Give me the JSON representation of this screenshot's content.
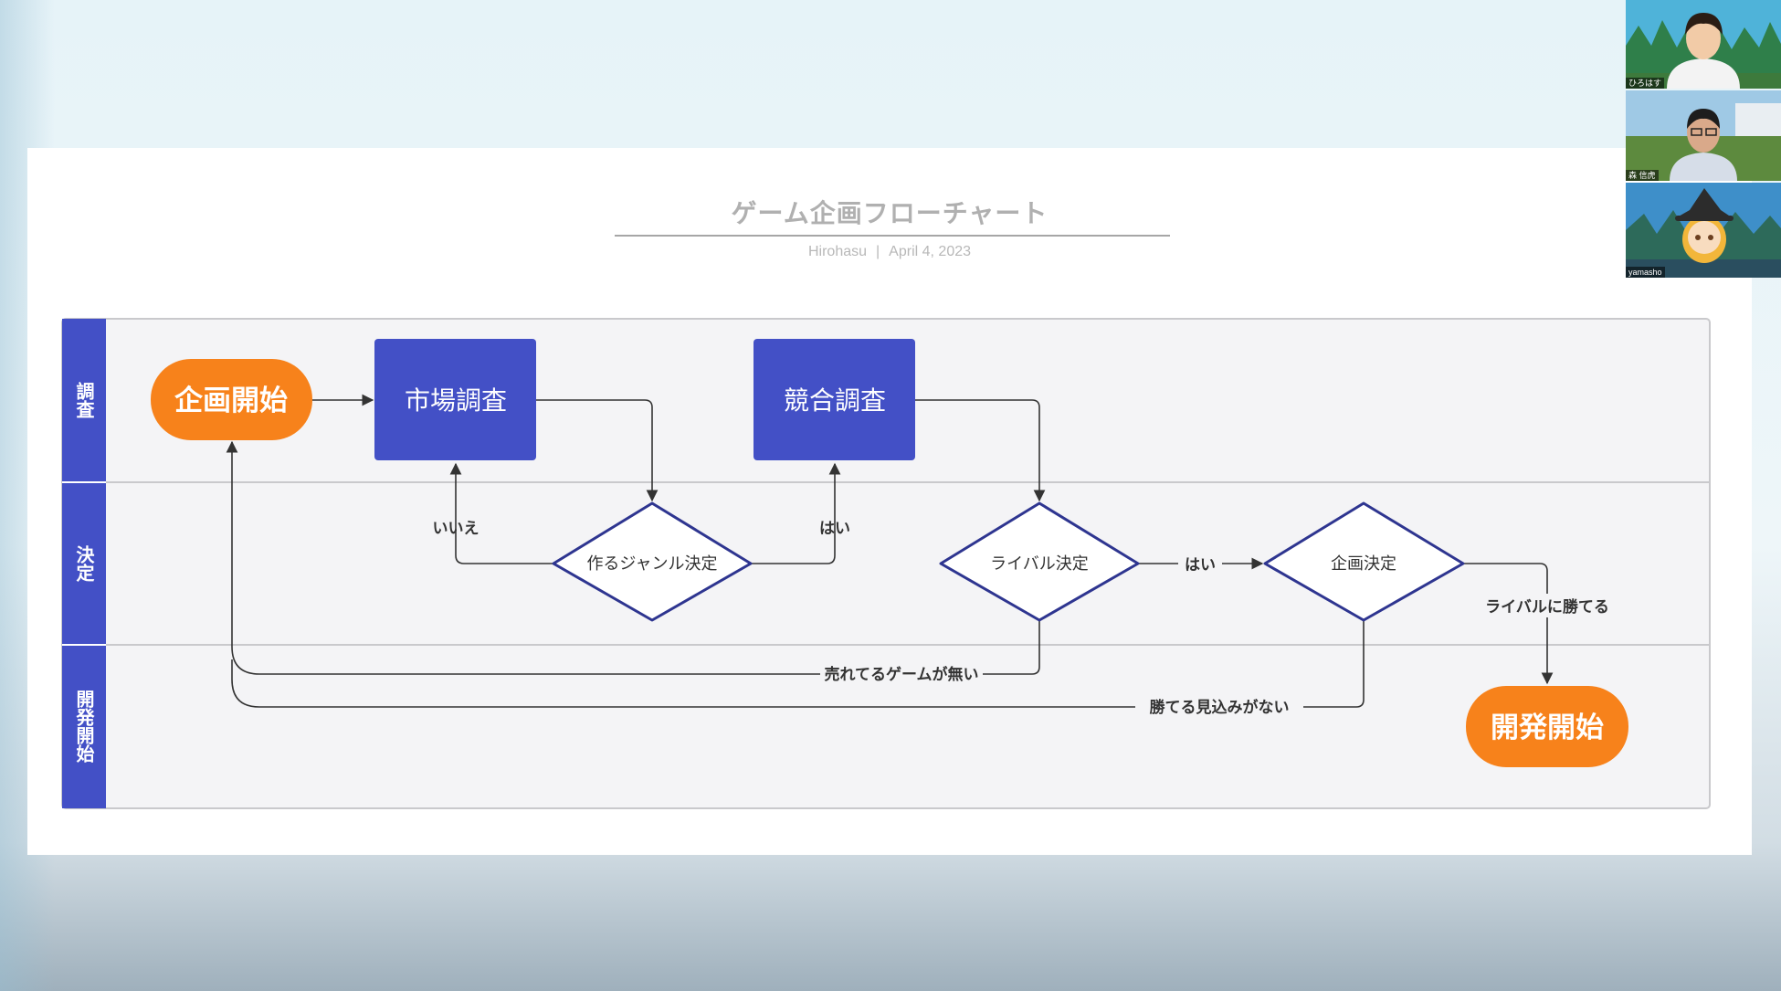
{
  "slide": {
    "title": "ゲーム企画フローチャート",
    "author": "Hirohasu",
    "separator": "|",
    "date": "April 4, 2023"
  },
  "lanes": [
    "調査",
    "決定",
    "開発開始"
  ],
  "nodes": {
    "start": "企画開始",
    "market_research": "市場調査",
    "competitor_research": "競合調査",
    "genre_decision": "作るジャンル決定",
    "rival_decision": "ライバル決定",
    "plan_decision": "企画決定",
    "dev_start": "開発開始"
  },
  "edge_labels": {
    "no": "いいえ",
    "yes_competitor": "はい",
    "yes_plan": "はい",
    "no_selling_game": "売れてるゲームが無い",
    "cannot_win": "勝てる見込みがない",
    "can_beat_rival": "ライバルに勝てる"
  },
  "colors": {
    "process_blue": "#4350c6",
    "terminal_orange": "#f7821b",
    "decision_border": "#2e3590",
    "lane_header": "#4350c6",
    "lane_bg": "#f4f4f6"
  },
  "participants": [
    {
      "name": "ひろはす",
      "bg_top": "#4fb3d9",
      "bg_bottom": "#3d7a3c",
      "skin": "#f2cba7",
      "hair": "#2b1d14",
      "shirt": "#f3f3f3"
    },
    {
      "name": "森 信虎",
      "bg_top": "#9fc9e5",
      "bg_bottom": "#5d8a3e",
      "skin": "#d9a98a",
      "hair": "#1d1d1d",
      "shirt": "#d6dde8"
    },
    {
      "name": "yamasho",
      "bg_top": "#3e8fc9",
      "bg_bottom": "#2a4e5f",
      "skin": "#f8dcbf",
      "hair": "#f2b63a",
      "shirt": "#2c2c2c"
    }
  ]
}
